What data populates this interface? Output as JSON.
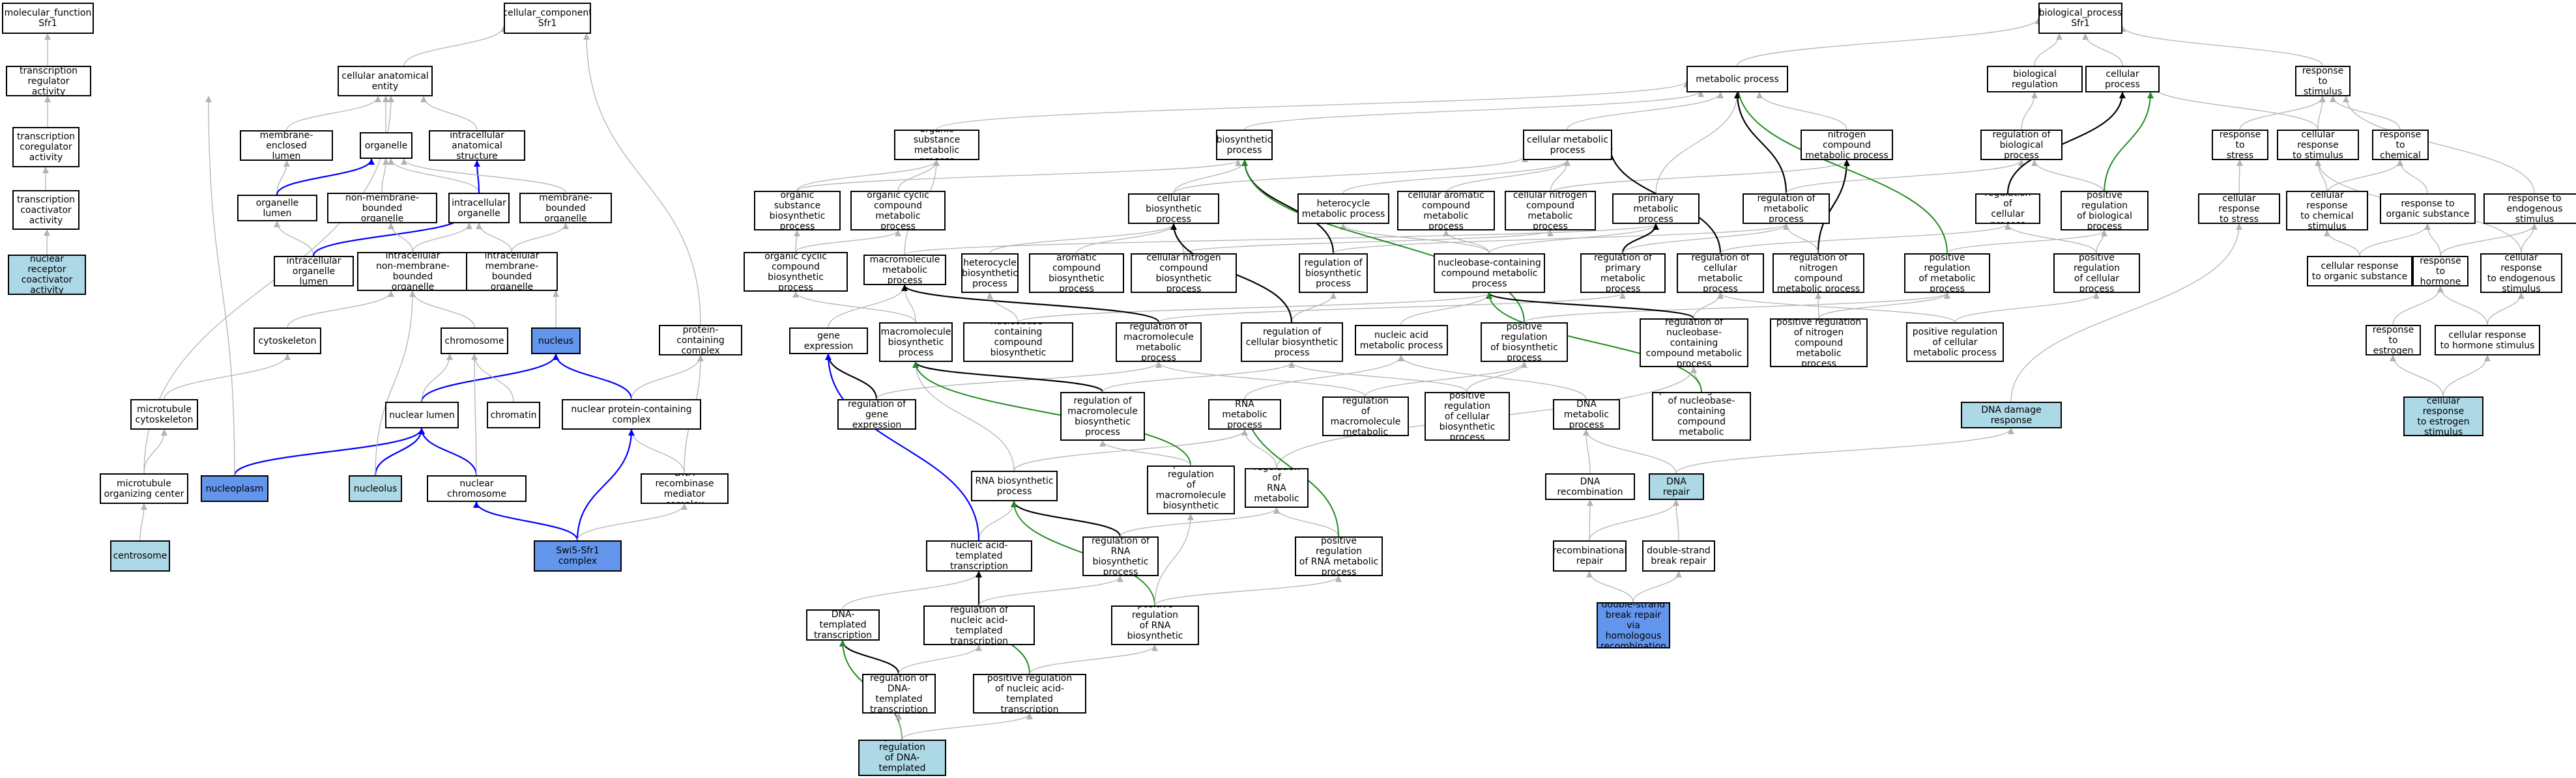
{
  "colors": {
    "default_fill": "#ffffff",
    "light_fill": "#add8e6",
    "bright_fill": "#6495ed",
    "edge_grey": "#b3b3b3",
    "edge_black": "#000000",
    "edge_blue": "#0000ff",
    "edge_green": "#228b22"
  },
  "nodes": {
    "mf_root": "molecular_function\nSfr1",
    "trans_reg_act": "transcription\nregulator activity",
    "trans_coreg_act": "transcription\ncoregulator\nactivity",
    "trans_coact_act": "transcription\ncoactivator\nactivity",
    "nuc_receptor_coact": "nuclear receptor\ncoactivator\nactivity",
    "cc_root": "cellular_component\nSfr1",
    "cell_anat_entity": "cellular anatomical\nentity",
    "membrane_enclosed_lumen": "membrane-enclosed\nlumen",
    "organelle": "organelle",
    "intracell_anat_struct": "intracellular\nanatomical structure",
    "organelle_lumen": "organelle lumen",
    "non_membrane_organelle": "non-membrane-bounded\norganelle",
    "intracellular_organelle": "intracellular\norganelle",
    "membrane_bounded_organelle": "membrane-bounded\norganelle",
    "intracell_organelle_lumen": "intracellular\norganelle lumen",
    "intracell_nonmembrane_organelle": "intracellular\nnon-membrane-bounded\norganelle",
    "intracell_membrane_organelle": "intracellular\nmembrane-bounded\norganelle",
    "cytoskeleton": "cytoskeleton",
    "chromosome": "chromosome",
    "nucleus": "nucleus",
    "protein_containing_complex": "protein-containing\ncomplex",
    "microtubule_cytoskeleton": "microtubule\ncytoskeleton",
    "nuclear_lumen": "nuclear lumen",
    "chromatin": "chromatin",
    "nuclear_protein_complex": "nuclear protein-containing\ncomplex",
    "microtubule_org_center": "microtubule\norganizing center",
    "nucleoplasm": "nucleoplasm",
    "nucleolus": "nucleolus",
    "nuclear_chromosome": "nuclear chromosome",
    "dna_recombinase_mediator": "DNA recombinase\nmediator complex",
    "centrosome": "centrosome",
    "swi5_sfr1": "Swi5-Sfr1 complex",
    "bp_root": "biological_process\nSfr1",
    "metabolic_process": "metabolic process",
    "biological_regulation": "biological regulation",
    "cellular_process": "cellular process",
    "response_to_stimulus": "response to\nstimulus",
    "organic_substance_metabolic": "organic substance\nmetabolic process",
    "biosynthetic_process": "biosynthetic\nprocess",
    "cellular_metabolic": "cellular metabolic\nprocess",
    "nitrogen_compound_metabolic": "nitrogen compound\nmetabolic process",
    "regulation_bio_process": "regulation of\nbiological process",
    "response_to_stress": "response to\nstress",
    "cellular_response_stimulus": "cellular response\nto stimulus",
    "response_to_chemical": "response to\nchemical",
    "organic_substance_biosynth": "organic substance\nbiosynthetic\nprocess",
    "organic_cyclic_metabolic": "organic cyclic\ncompound metabolic\nprocess",
    "cellular_biosynth": "cellular biosynthetic\nprocess",
    "heterocycle_metabolic": "heterocycle\nmetabolic process",
    "cellular_aromatic_metabolic": "cellular aromatic\ncompound metabolic\nprocess",
    "cellular_nitrogen_metabolic": "cellular nitrogen\ncompound metabolic\nprocess",
    "primary_metabolic": "primary metabolic\nprocess",
    "regulation_metabolic": "regulation of\nmetabolic process",
    "regulation_cellular_process": "regulation of\ncellular process",
    "pos_reg_bio_process": "positive regulation\nof biological\nprocess",
    "cellular_response_stress": "cellular response\nto stress",
    "cellular_response_chemical": "cellular response\nto chemical\nstimulus",
    "response_organic_substance": "response to\norganic substance",
    "response_endogenous": "response to\nendogenous stimulus",
    "organic_cyclic_biosynth": "organic cyclic\ncompound biosynthetic\nprocess",
    "macromolecule_metabolic": "macromolecule\nmetabolic process",
    "heterocycle_biosynth": "heterocycle\nbiosynthetic\nprocess",
    "aromatic_biosynth": "aromatic compound\nbiosynthetic\nprocess",
    "cellular_nitrogen_biosynth": "cellular nitrogen\ncompound biosynthetic\nprocess",
    "regulation_biosynth": "regulation of\nbiosynthetic\nprocess",
    "nucleobase_metabolic": "nucleobase-containing\ncompound metabolic\nprocess",
    "regulation_primary_metabolic": "regulation of\nprimary metabolic\nprocess",
    "regulation_cellular_metabolic": "regulation of\ncellular metabolic\nprocess",
    "regulation_nitrogen_metabolic": "regulation of\nnitrogen compound\nmetabolic process",
    "pos_reg_metabolic": "positive regulation\nof metabolic\nprocess",
    "pos_reg_cellular_process": "positive regulation\nof cellular\nprocess",
    "cellular_response_organic": "cellular response\nto organic substance",
    "response_to_hormone": "response to\nhormone",
    "cellular_response_endogenous": "cellular response\nto endogenous\nstimulus",
    "gene_expression": "gene expression",
    "macromolecule_biosynth": "macromolecule\nbiosynthetic\nprocess",
    "nucleobase_biosynth": "nucleobase-containing\ncompound biosynthetic\nprocess",
    "regulation_macromolecule_metabolic": "regulation of\nmacromolecule\nmetabolic process",
    "regulation_cellular_biosynth": "regulation of\ncellular biosynthetic\nprocess",
    "nucleic_acid_metabolic": "nucleic acid\nmetabolic process",
    "pos_reg_biosynth": "positive regulation\nof biosynthetic\nprocess",
    "regulation_nucleobase_metabolic": "regulation of\nnucleobase-containing\ncompound metabolic\nprocess",
    "pos_reg_nitrogen_metabolic": "positive regulation\nof nitrogen\ncompound metabolic\nprocess",
    "pos_reg_cellular_metabolic": "positive regulation\nof cellular\nmetabolic process",
    "response_to_estrogen": "response to\nestrogen",
    "cellular_response_hormone": "cellular response\nto hormone stimulus",
    "regulation_gene_expression": "regulation of\ngene expression",
    "regulation_macromolecule_biosynth": "regulation of\nmacromolecule\nbiosynthetic\nprocess",
    "rna_metabolic": "RNA metabolic\nprocess",
    "pos_reg_macromolecule_metabolic": "positive regulation\nof macromolecule\nmetabolic process",
    "pos_reg_cellular_biosynth": "positive regulation\nof cellular\nbiosynthetic\nprocess",
    "dna_metabolic": "DNA metabolic\nprocess",
    "pos_reg_nucleobase_metabolic": "positive regulation\nof nucleobase-containing\ncompound metabolic\nprocess",
    "dna_damage_response": "DNA damage response",
    "cellular_response_estrogen": "cellular response\nto estrogen\nstimulus",
    "rna_biosynth": "RNA biosynthetic\nprocess",
    "pos_reg_macromolecule_biosynth": "positive regulation\nof macromolecule\nbiosynthetic\nprocess",
    "regulation_rna_metabolic": "regulation of\nRNA metabolic\nprocess",
    "dna_recombination": "DNA recombination",
    "dna_repair": "DNA repair",
    "nucleic_acid_templated_transcription": "nucleic acid-templated\ntranscription",
    "regulation_rna_biosynth": "regulation of\nRNA biosynthetic\nprocess",
    "pos_reg_rna_metabolic": "positive regulation\nof RNA metabolic\nprocess",
    "recombinational_repair": "recombinational\nrepair",
    "double_strand_break_repair": "double-strand\nbreak repair",
    "dna_templated_transcription": "DNA-templated\ntranscription",
    "regulation_nucleic_acid_transcription": "regulation of\nnucleic acid-templated\ntranscription",
    "pos_reg_rna_biosynth": "positive regulation\nof RNA biosynthetic\nprocess",
    "dsb_repair_homologous": "double-strand\nbreak repair\nvia homologous\nrecombination",
    "regulation_dna_transcription": "regulation of\nDNA-templated\ntranscription",
    "pos_reg_nucleic_acid_transcription": "positive regulation\nof nucleic acid-templated\ntranscription",
    "pos_reg_dna_transcription": "positive regulation\nof DNA-templated\ntranscription"
  }
}
